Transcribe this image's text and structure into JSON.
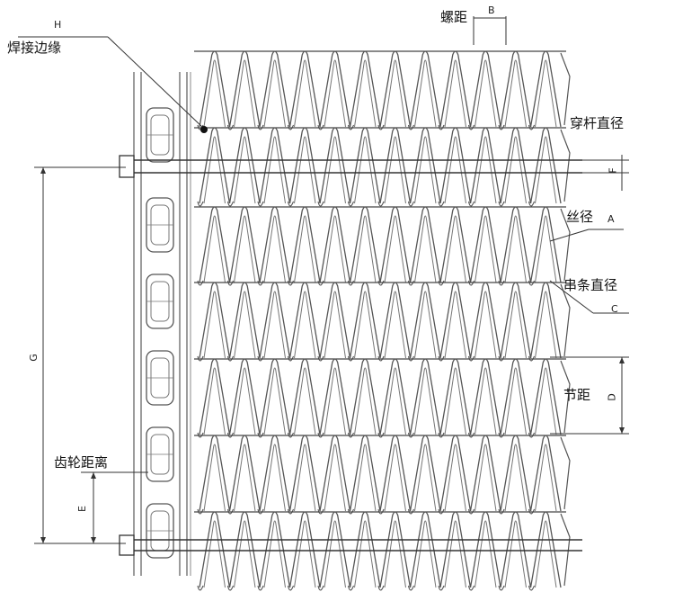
{
  "labels": {
    "h_letter": "H",
    "weld_edge": "焊接边缘",
    "pitch_spiral": "螺距",
    "b_letter": "B",
    "rod_diameter": "穿杆直径",
    "f_letter": "F",
    "wire_diameter": "丝径",
    "a_letter": "A",
    "connector_diameter": "串条直径",
    "c_letter": "C",
    "pitch": "节距",
    "d_letter": "D",
    "g_letter": "G",
    "sprocket_distance": "齿轮距离",
    "e_letter": "E"
  }
}
